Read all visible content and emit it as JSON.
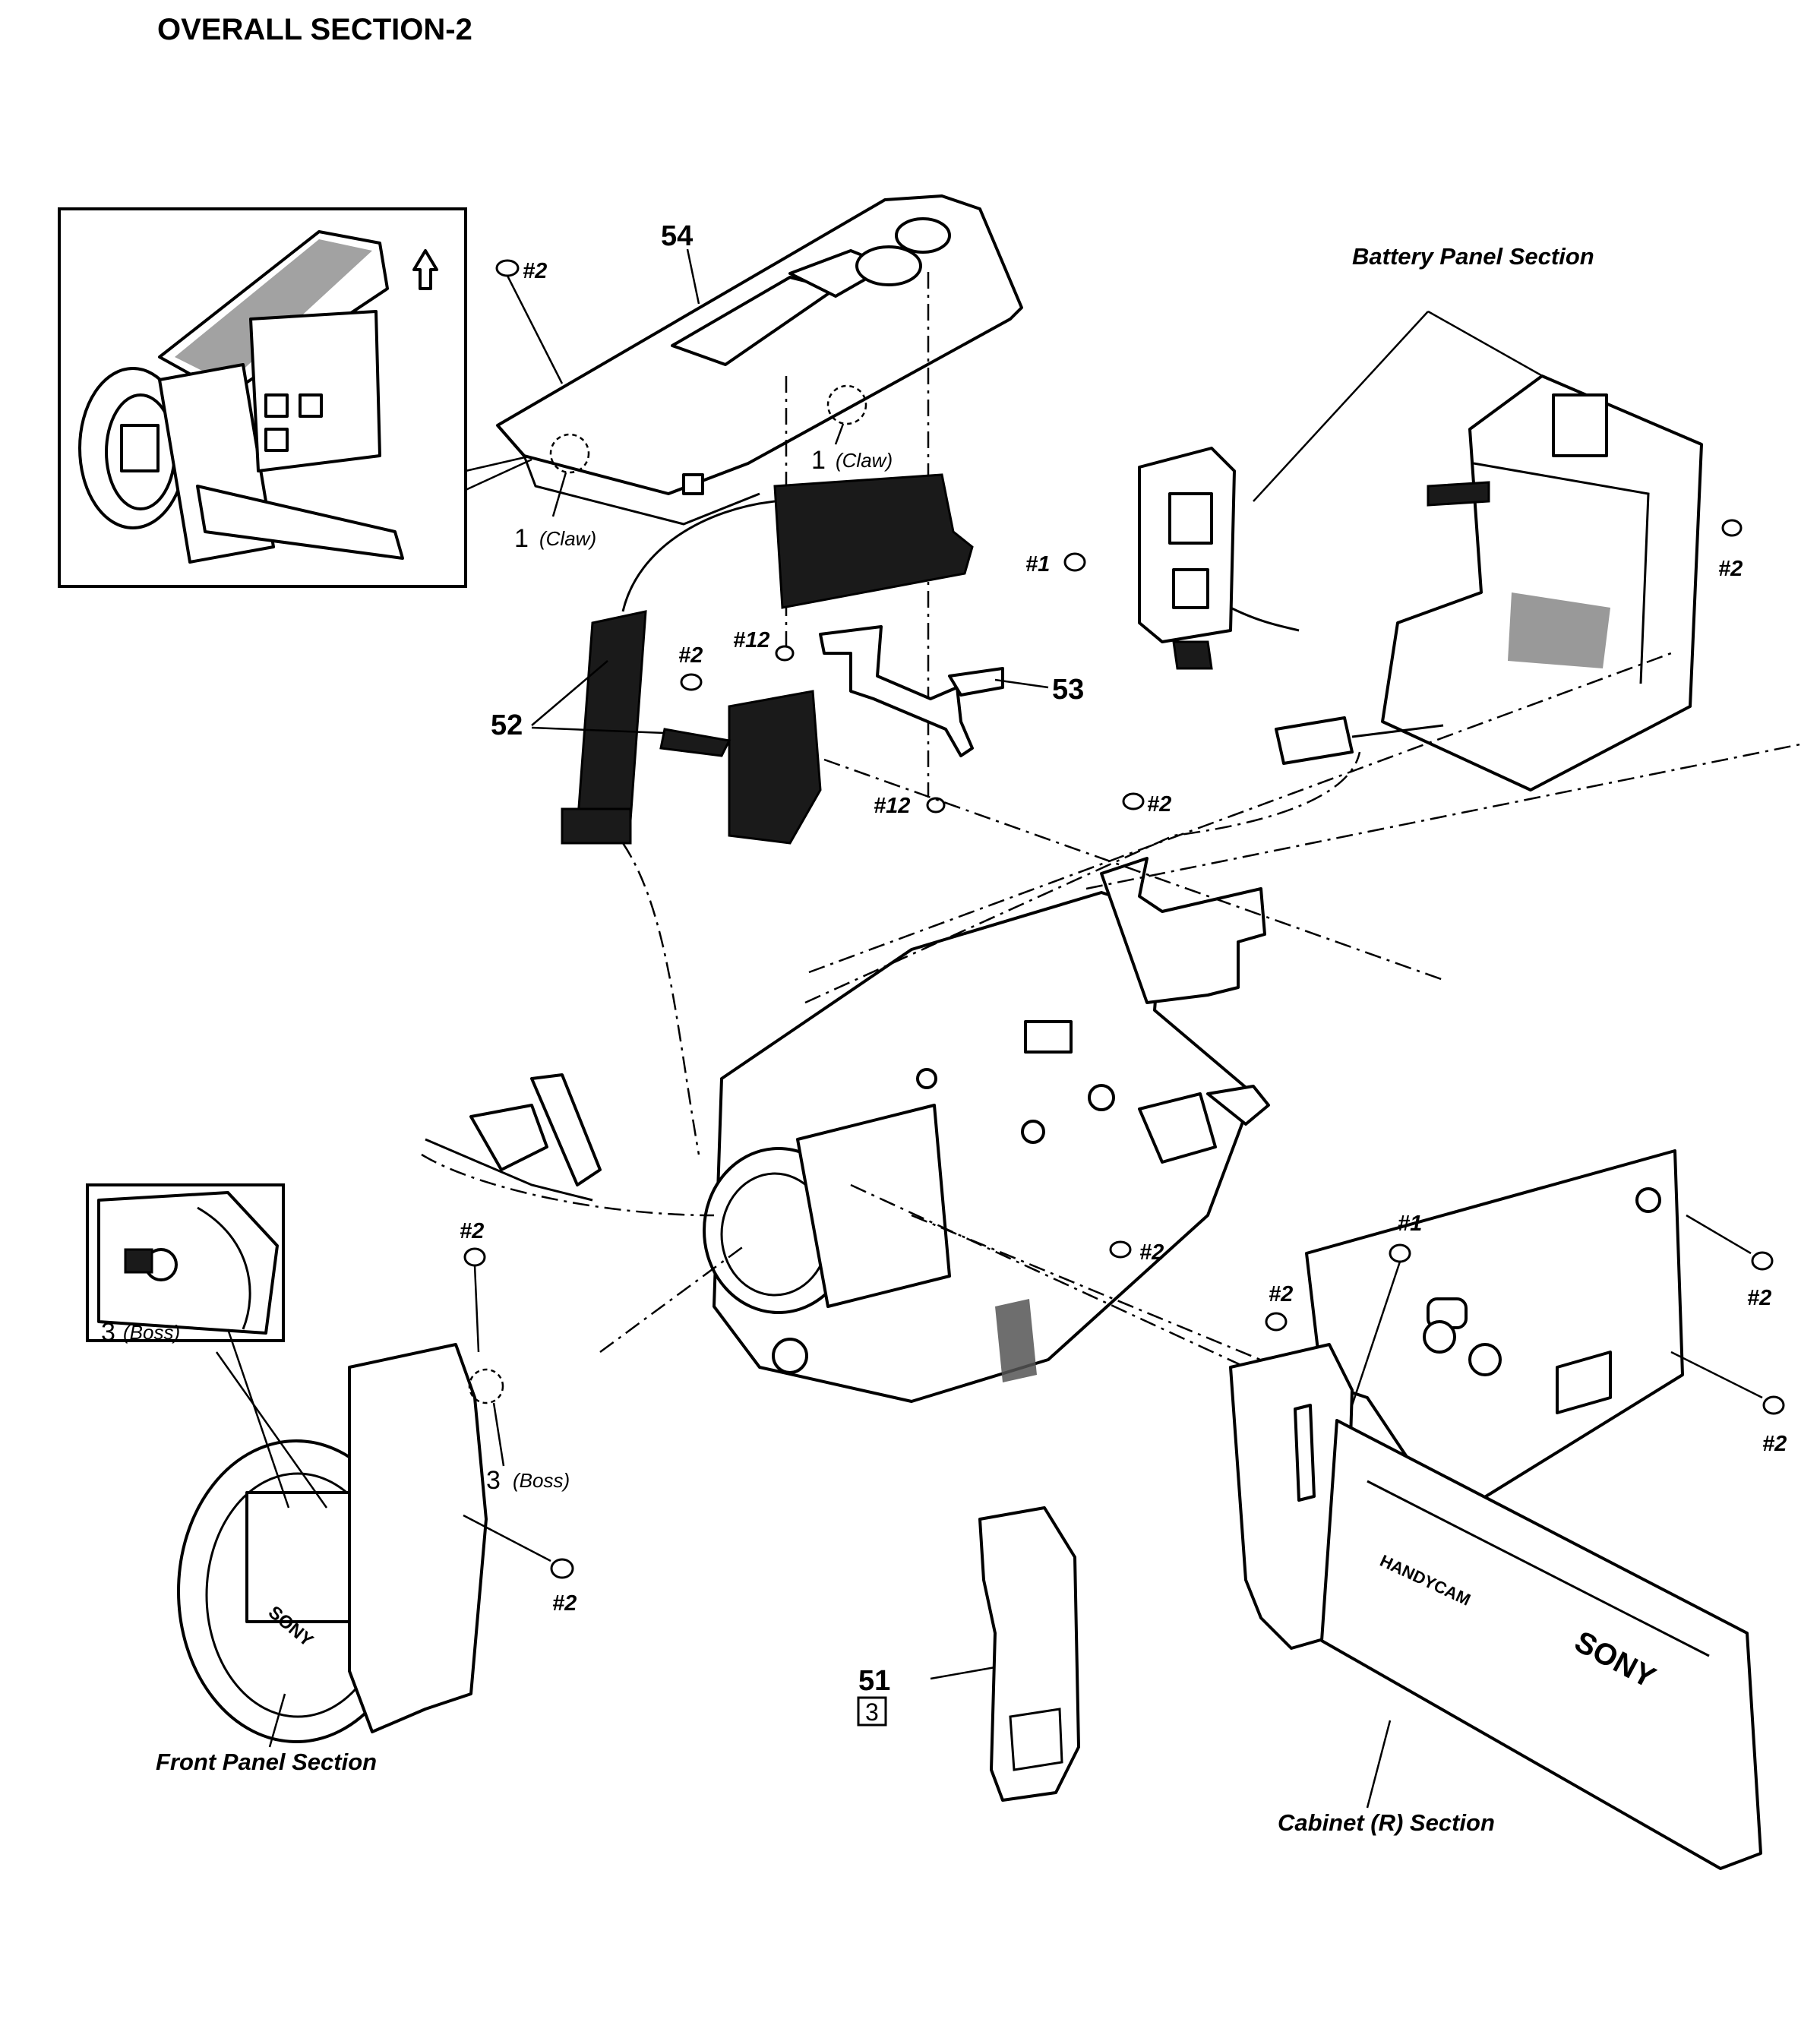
{
  "title": "OVERALL SECTION-2",
  "part_numbers": {
    "p51": "51",
    "p52": "52",
    "p53": "53",
    "p54": "54"
  },
  "ref_box_51": "3",
  "screws": {
    "s2_a": "#2",
    "s2_b": "#2",
    "s2_c": "#2",
    "s2_d": "#2",
    "s2_e": "#2",
    "s2_f": "#2",
    "s2_g": "#2",
    "s2_h": "#2",
    "s2_i": "#2",
    "s1_a": "#1",
    "s1_b": "#1",
    "s12_a": "#12",
    "s12_b": "#12"
  },
  "notes": {
    "claw_left_num": "1",
    "claw_left_text": "(Claw)",
    "claw_right_num": "1",
    "claw_right_text": "(Claw)",
    "boss_inset_num": "3",
    "boss_inset_text": "(Boss)",
    "boss_ring_num": "3",
    "boss_ring_text": "(Boss)"
  },
  "sections": {
    "battery_panel": "Battery Panel Section",
    "front_panel": "Front Panel Section",
    "cabinet_r": "Cabinet (R) Section"
  },
  "brand_marks": {
    "lens_ring": "SONY",
    "lcd_panel": "SONY",
    "lcd_handycam": "HANDYCAM"
  }
}
